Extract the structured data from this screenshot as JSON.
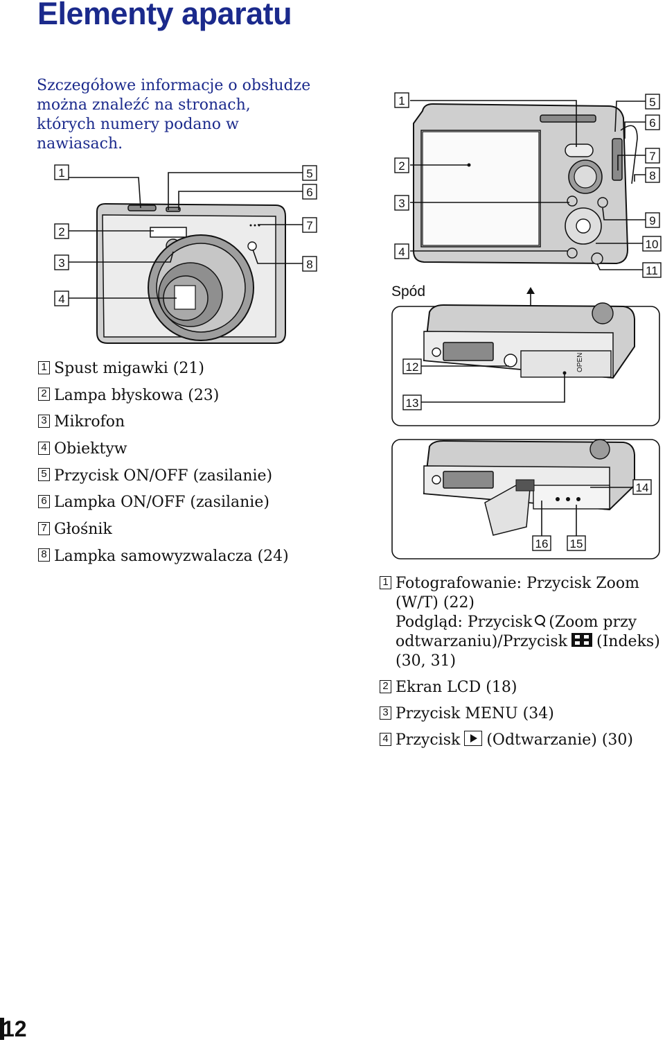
{
  "title": "Elementy aparatu",
  "intro": "Szczegółowe informacje o obsłudze można znaleźć na stronach, których numery podano w nawiasach.",
  "bottom_label": "Spód",
  "callouts": {
    "front": [
      "1",
      "2",
      "3",
      "4",
      "5",
      "6",
      "7",
      "8"
    ],
    "back": [
      "1",
      "2",
      "3",
      "4",
      "5",
      "6",
      "7",
      "8",
      "9",
      "10",
      "11"
    ],
    "bottom1": [
      "12",
      "13"
    ],
    "bottom2": [
      "14",
      "16",
      "15"
    ]
  },
  "front_items": [
    {
      "num": "1",
      "text": "Spust migawki (21)"
    },
    {
      "num": "2",
      "text": "Lampa błyskowa (23)"
    },
    {
      "num": "3",
      "text": "Mikrofon"
    },
    {
      "num": "4",
      "text": "Obiektyw"
    },
    {
      "num": "5",
      "text": "Przycisk ON/OFF (zasilanie)"
    },
    {
      "num": "6",
      "text": "Lampka ON/OFF (zasilanie)"
    },
    {
      "num": "7",
      "text": "Głośnik"
    },
    {
      "num": "8",
      "text": "Lampka samowyzwalacza (24)"
    }
  ],
  "back_items": {
    "item1": {
      "num": "1",
      "part1": "Fotografowanie: Przycisk Zoom (W/T) (22)",
      "part2": "Podgląd: Przycisk",
      "part3": "(Zoom przy odtwarzaniu)/Przycisk",
      "part4": "(Indeks) (30, 31)"
    },
    "item2": {
      "num": "2",
      "text": "Ekran LCD (18)"
    },
    "item3": {
      "num": "3",
      "text": "Przycisk MENU (34)"
    },
    "item4": {
      "num": "4",
      "part1": "Przycisk",
      "part2": "(Odtwarzanie) (30)"
    }
  },
  "bottom_cover_text": "OPEN",
  "page_number": "12",
  "icons": [
    "zoom-icon",
    "index-icon",
    "play-icon"
  ],
  "colors": {
    "title": "#1b2a8c",
    "intro": "#1b2a8c",
    "text": "#111111"
  }
}
